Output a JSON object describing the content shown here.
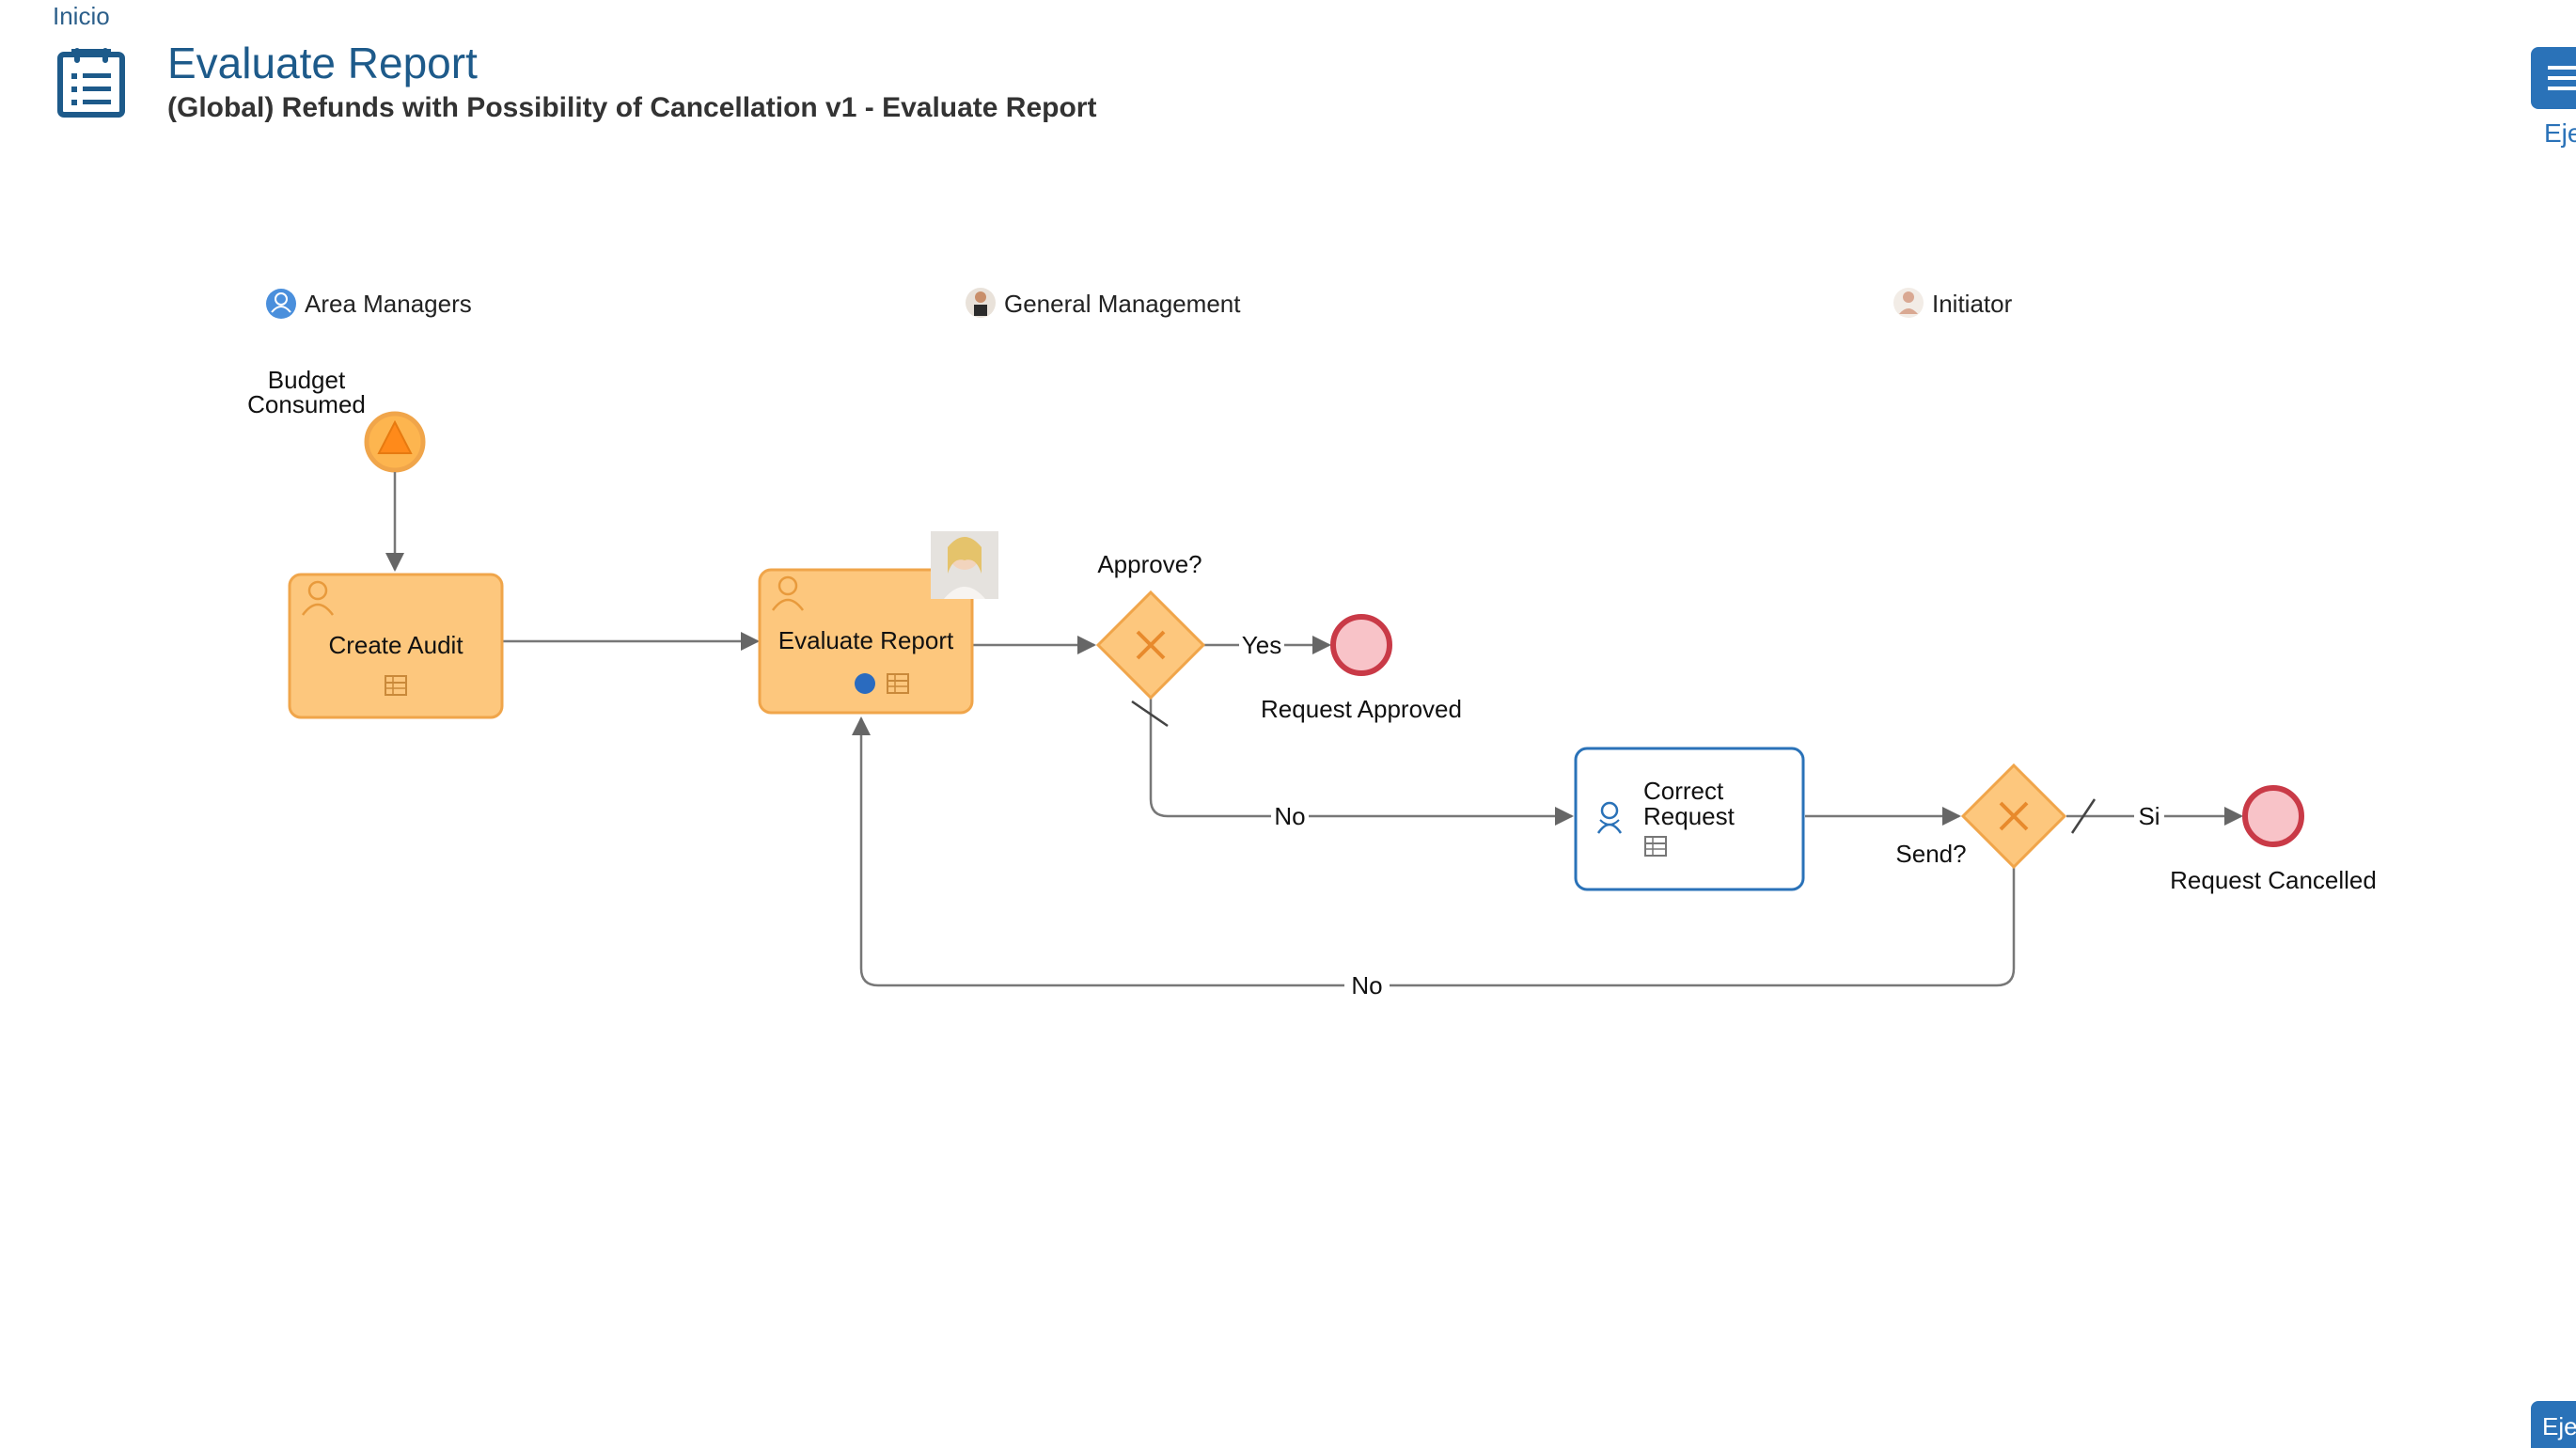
{
  "breadcrumb": {
    "home": "Inicio"
  },
  "header": {
    "title": "Evaluate Report",
    "subtitle": "(Global) Refunds with Possibility of Cancellation v1 - Evaluate Report",
    "menu_label": "Eje",
    "bottom_button_label": "Eje"
  },
  "diagram": {
    "lanes": [
      {
        "label": "Area Managers",
        "icon": "user-group-icon"
      },
      {
        "label": "General Management",
        "icon": "manager-avatar-icon"
      },
      {
        "label": "Initiator",
        "icon": "user-avatar-icon"
      }
    ],
    "start_event": {
      "label_line1": "Budget",
      "label_line2": "Consumed",
      "icon": "escalation-icon"
    },
    "tasks": {
      "create_audit": "Create Audit",
      "evaluate_report": "Evaluate Report",
      "correct_request_line1": "Correct",
      "correct_request_line2": "Request"
    },
    "gateways": {
      "approve": "Approve?",
      "send": "Send?"
    },
    "flows": {
      "yes": "Yes",
      "no_approve": "No",
      "si": "Si",
      "no_send": "No"
    },
    "end_events": {
      "approved": "Request Approved",
      "cancelled": "Request Cancelled"
    }
  },
  "colors": {
    "accent": "#1d5a8a",
    "task_fill": "#fdc77d",
    "task_border": "#f0a54a",
    "end_fill": "#f8c3c8",
    "end_border": "#c93a47",
    "active_task_border": "#2a72b8"
  }
}
